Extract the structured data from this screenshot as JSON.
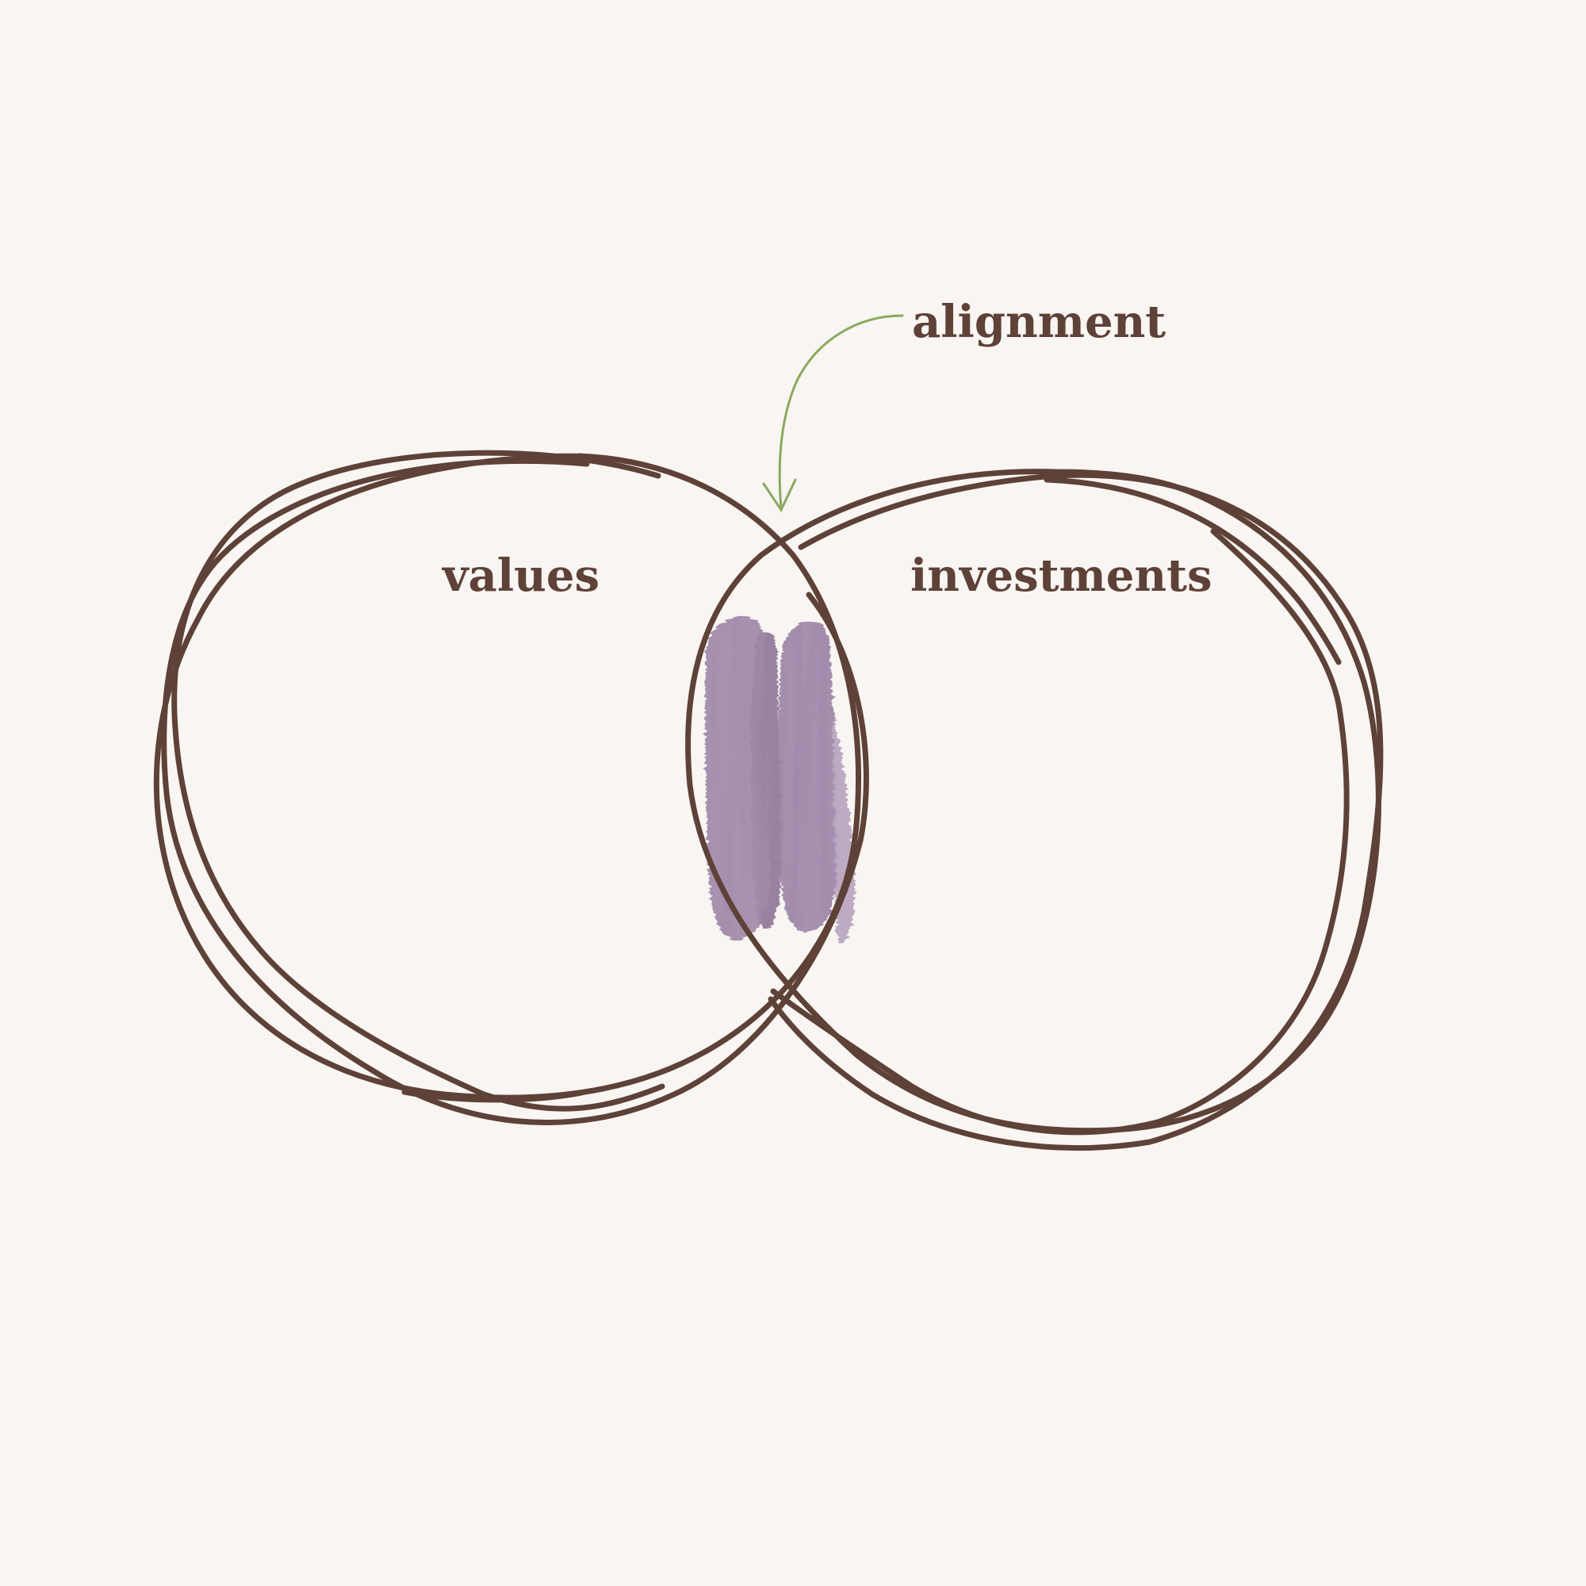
{
  "labels": {
    "left_set": "values",
    "right_set": "investments",
    "intersection": "alignment"
  },
  "colors": {
    "background": "#f8f5f2",
    "outline": "#5e4137",
    "arrow": "#8aaa5e",
    "highlight": "#8a6f95"
  }
}
